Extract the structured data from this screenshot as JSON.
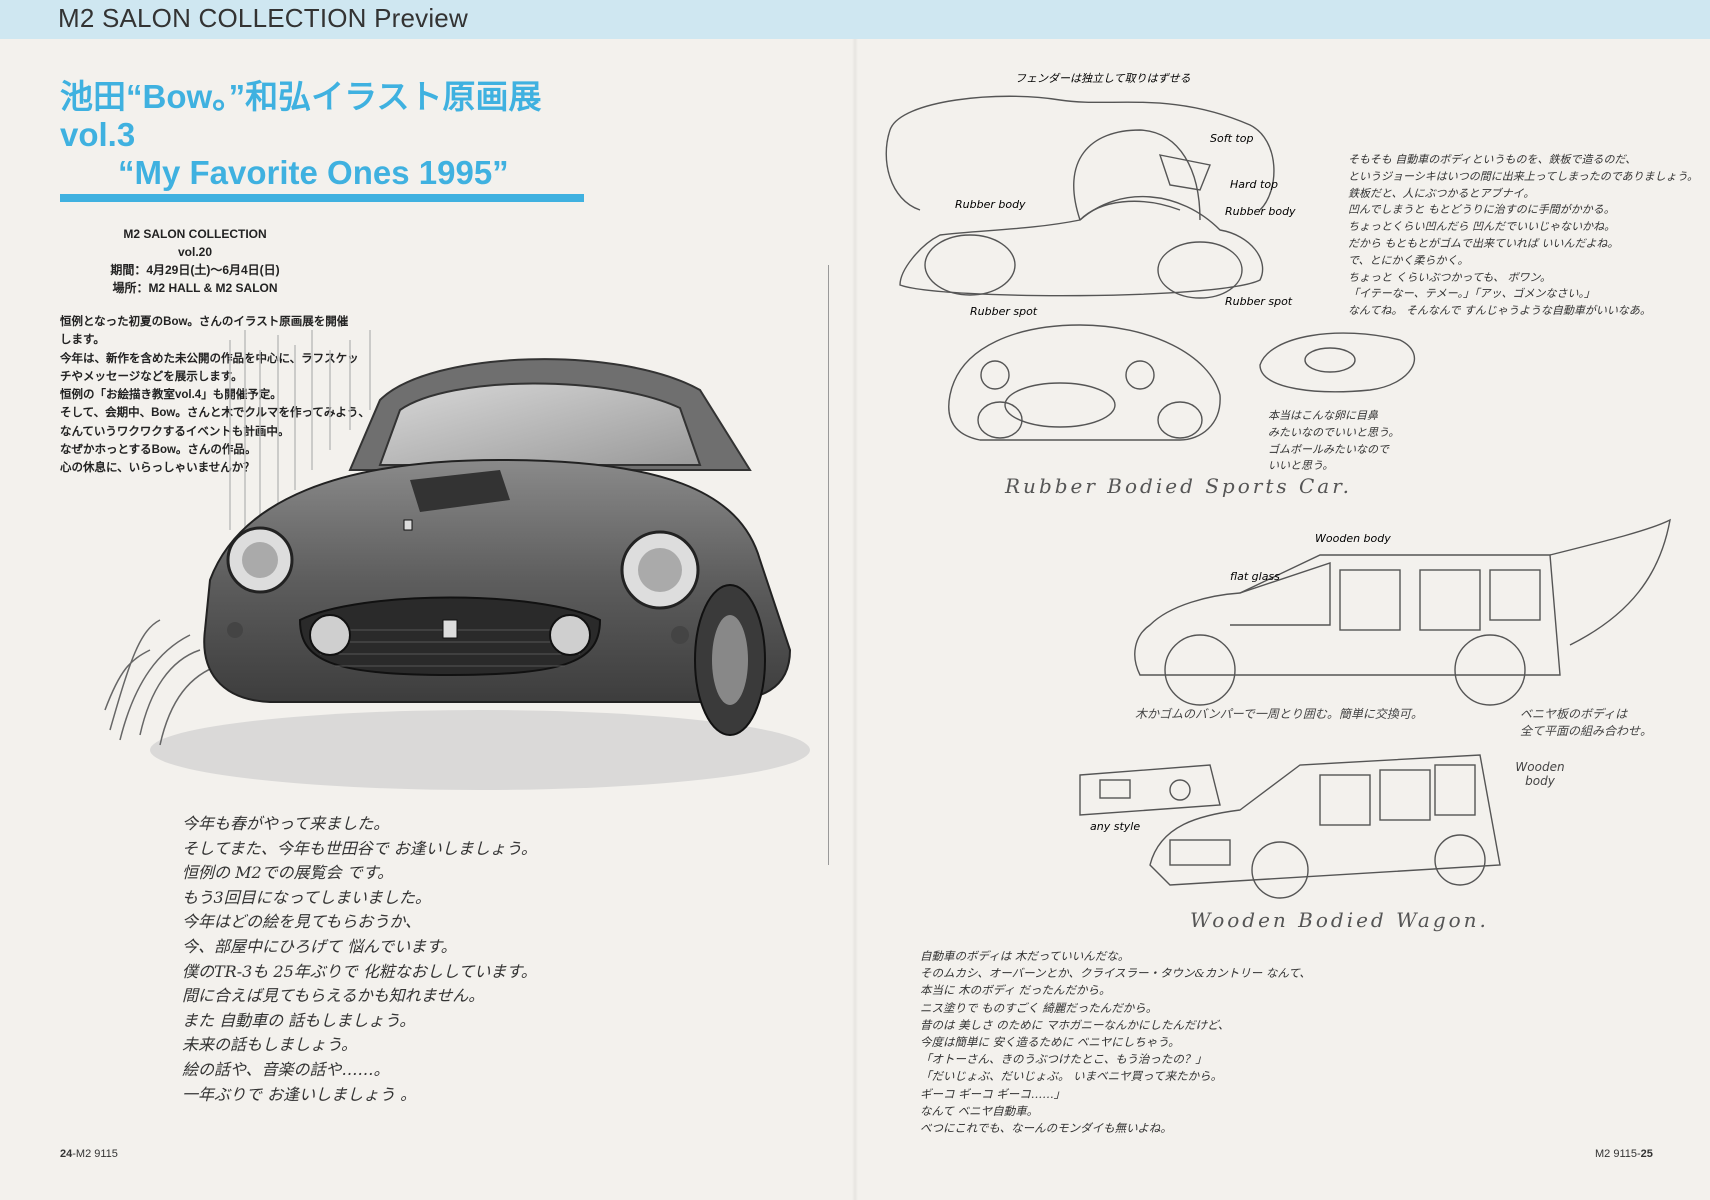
{
  "header": {
    "title": "M2 SALON COLLECTION Preview"
  },
  "left_page": {
    "heading": {
      "line1": "池田“Bow。”和弘イラスト原画展 vol.3",
      "line2": "“My Favorite Ones 1995”"
    },
    "info": [
      "M2 SALON COLLECTION",
      "vol.20",
      "期間：4月29日(土)〜6月4日(日)",
      "場所：M2 HALL & M2 SALON"
    ],
    "intro": [
      "恒例となった初夏のBow。さんのイラスト原画展を開催",
      "します。",
      "今年は、新作を含めた未公開の作品を中心に、ラフスケッ",
      "チやメッセージなどを展示します。",
      "恒例の「お絵描き教室vol.4」も開催予定。",
      "そして、会期中、Bow。さんと木でクルマを作ってみよう、",
      "なんていうワクワクするイベントも計画中。",
      "なぜかホっとするBow。さんの作品。",
      "心の休息に、いらっしゃいませんか？"
    ],
    "letter": [
      "今年も春がやって来ました。",
      "そしてまた、今年も世田谷で お逢いしましょう。",
      "恒例の M2での展覧会 です。",
      "もう3回目になってしまいました。",
      "今年はどの絵を見てもらおうか、",
      "今、部屋中にひろげて 悩んでいます。",
      "僕のTR-3も 25年ぶりで 化粧なおししています。",
      "間に合えば見てもらえるかも知れません。",
      "また 自動車の 話もしましょう。",
      "未来の話もしましょう。",
      "絵の話や、音楽の話や……。",
      "一年ぶりで お逢いしましょう 。"
    ],
    "page_number_bold": "24",
    "page_number_rest": "-M2 9115"
  },
  "right_page": {
    "sketch1_labels": {
      "top": "フェンダーは独立して取りはずせる",
      "soft_top": "Soft top",
      "hard_top": "Hard top",
      "rubber_body_left": "Rubber body",
      "rubber_body_right": "Rubber body",
      "rubber_spot_left": "Rubber spot",
      "rubber_spot_right": "Rubber spot"
    },
    "notes1": [
      "そもそも 自動車のボディというものを、鉄板で造るのだ、",
      "というジョーシキはいつの間に出来上ってしまったのでありましょう。",
      "鉄板だと、人にぶつかるとアブナイ。",
      "凹んでしまうと もとどうりに治すのに手間がかかる。",
      "ちょっとくらい凹んだら 凹んだでいいじゃないかね。",
      "だから もともとがゴムで出来ていれば いいんだよね。",
      "で、とにかく柔らかく。",
      "ちょっと くらいぶつかっても、 ボワン。",
      "「イテーなー、テメー。」「アッ、ゴメンなさい。」",
      "なんてね。 そんなんで すんじゃうような自動車がいいなあ。"
    ],
    "sketch2_note": [
      "本当はこんな卵に目鼻",
      "みたいなのでいいと思う。",
      "ゴムボールみたいなので",
      "いいと思う。"
    ],
    "caption1": "Rubber Bodied Sports Car.",
    "sketch3_labels": {
      "wooden_body": "Wooden body",
      "flat_glass": "flat glass",
      "bumper_note": "木かゴムのバンパーで一周とり囲む。簡単に交換可。",
      "plywood_note_1": "ベニヤ板のボディは",
      "plywood_note_2": "全て平面の組み合わせ。",
      "wooden_body_2": "Wooden body",
      "any_style": "any style"
    },
    "caption2": "Wooden Bodied Wagon.",
    "notes2": [
      "自動車のボディは 木だっていいんだな。",
      "そのムカシ、オーバーンとか、クライスラー・タウン&カントリー なんて、",
      "本当に 木のボディ だったんだから。",
      "ニス塗りで ものすごく 綺麗だったんだから。",
      "昔のは 美しさ のために マホガニーなんかにしたんだけど、",
      "今度は簡単に 安く造るために ベニヤにしちゃう。",
      "「オトーさん、きのうぶつけたとこ、もう治ったの？」",
      "「だいじょぶ、だいじょぶ。 いまベニヤ買って来たから。",
      "ギーコ ギーコ ギーコ……」",
      "なんて ベニヤ自動車。",
      "べつにこれでも、なーんのモンダイも無いよね。"
    ],
    "page_number_rest": "M2 9115-",
    "page_number_bold": "25"
  }
}
